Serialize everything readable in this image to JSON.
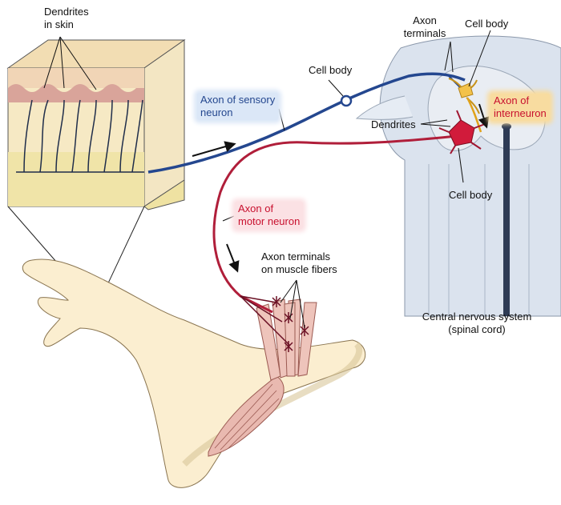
{
  "labels": {
    "dendrites_skin_1": "Dendrites",
    "dendrites_skin_2": "in skin",
    "axon_terminals_top_1": "Axon",
    "axon_terminals_top_2": "terminals",
    "cell_body_top_right": "Cell body",
    "cell_body_sensory": "Cell body",
    "axon_sensory_1": "Axon of sensory",
    "axon_sensory_2": "neuron",
    "axon_interneuron_1": "Axon of",
    "axon_interneuron_2": "interneuron",
    "dendrites_cord": "Dendrites",
    "cell_body_motor": "Cell body",
    "axon_motor_1": "Axon of",
    "axon_motor_2": "motor neuron",
    "axon_terminals_muscle_1": "Axon terminals",
    "axon_terminals_muscle_2": "on muscle fibers",
    "cns_1": "Central nervous system",
    "cns_2": "(spinal cord)"
  },
  "colors": {
    "sensory_axon": "#24478f",
    "motor_axon": "#b01e3a",
    "interneuron": "#e0a21a",
    "skin": "#f6e9c4",
    "muscle": "#e9b9b0",
    "spinal_cord": "#dbe3ee"
  }
}
